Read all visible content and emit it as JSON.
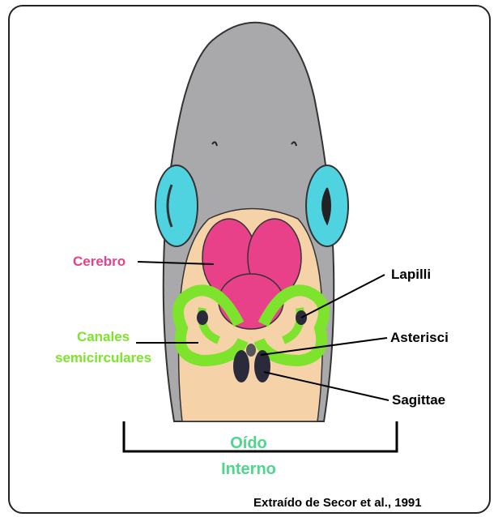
{
  "labels": {
    "cerebro": "Cerebro",
    "canales_line1": "Canales",
    "canales_line2": "semicirculares",
    "lapilli": "Lapilli",
    "asterisci": "Asterisci",
    "sagittae": "Sagittae",
    "oido_line1": "Oído",
    "oido_line2": "Interno"
  },
  "caption": "Extraído de Secor et al., 1991",
  "colors": {
    "head": "#a9a9ab",
    "eye": "#4fd3e0",
    "cranial_cavity": "#f6d2a8",
    "brain": "#e8418a",
    "canals": "#7ee32c",
    "otoliths": "#2a2a3a",
    "label_cerebro": "#e8418a",
    "label_canales": "#7ee32c",
    "label_oido": "#4fd58c",
    "label_dark": "#000000"
  }
}
